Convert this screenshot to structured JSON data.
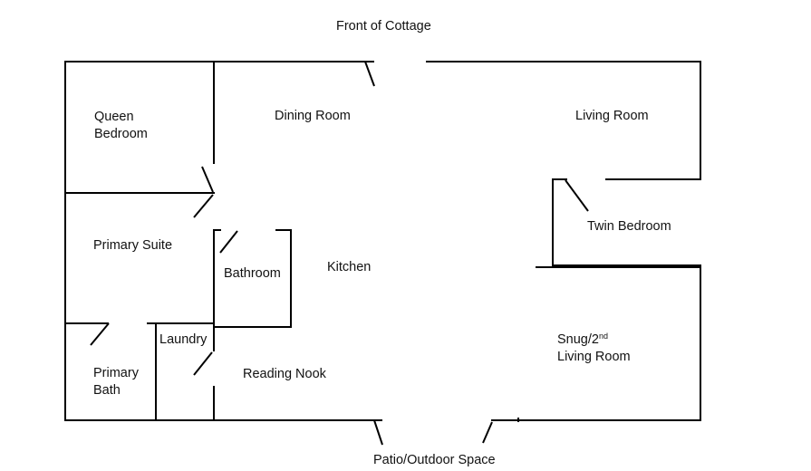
{
  "labels": {
    "front": "Front of Cottage",
    "patio": "Patio/Outdoor Space",
    "queen_bedroom": [
      "Queen",
      "Bedroom"
    ],
    "dining_room": "Dining Room",
    "living_room": "Living Room",
    "twin_bedroom": "Twin Bedroom",
    "primary_suite": "Primary Suite",
    "bathroom": "Bathroom",
    "kitchen": "Kitchen",
    "laundry": "Laundry",
    "reading_nook": "Reading Nook",
    "primary_bath": [
      "Primary",
      "Bath"
    ],
    "snug": {
      "main": "Snug/2",
      "sup": "nd",
      "line2": "Living Room"
    }
  }
}
